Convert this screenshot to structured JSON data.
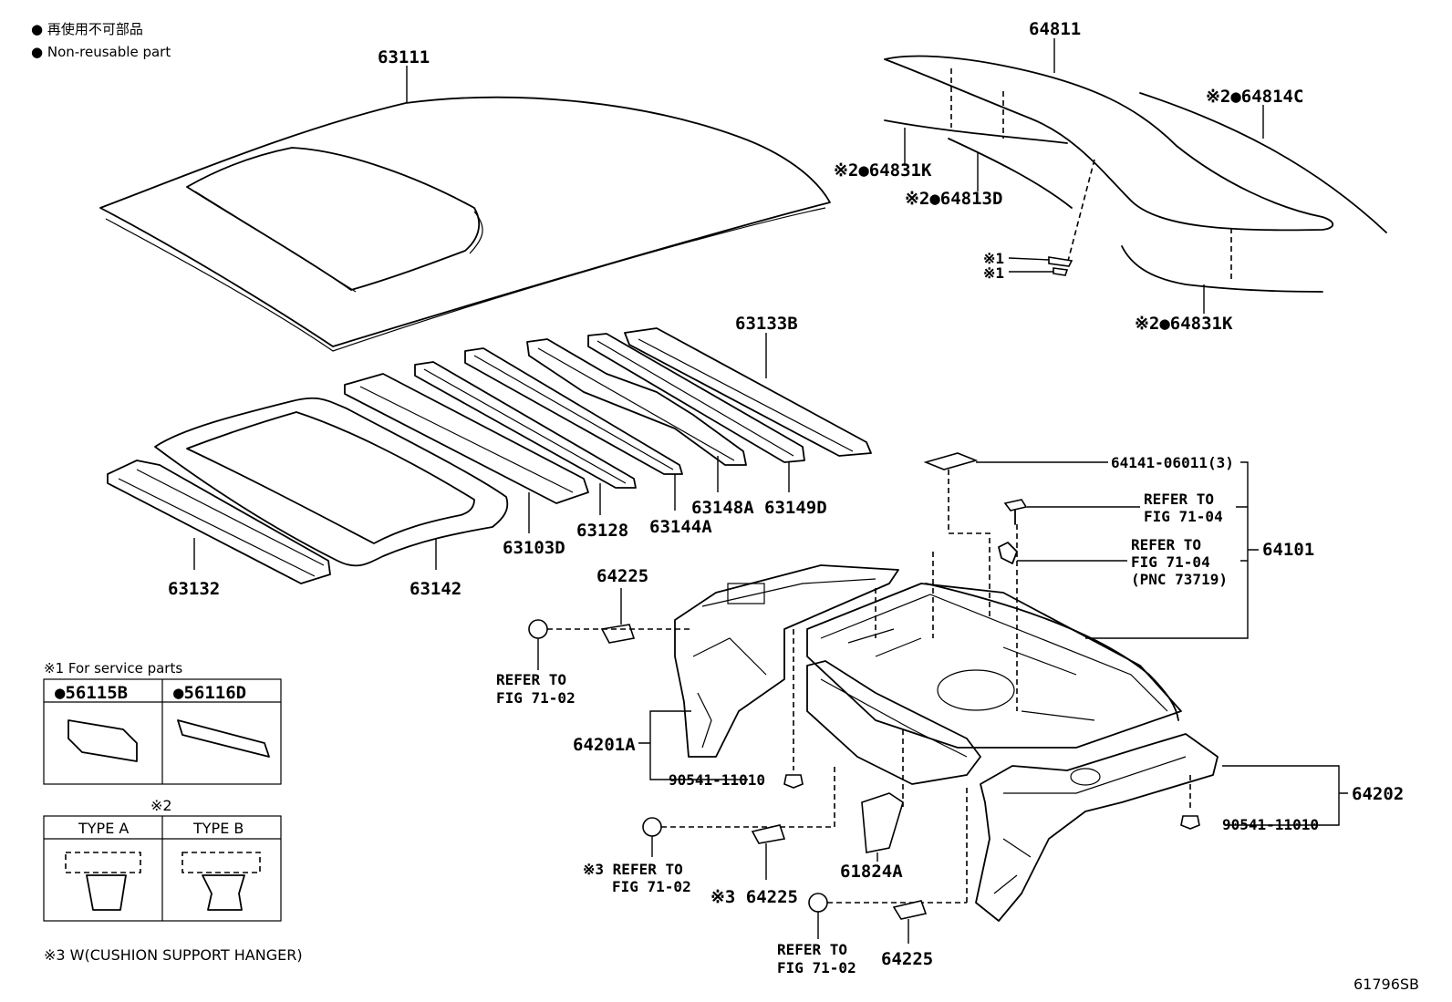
{
  "legend": {
    "line1": "● 再使用不可部品",
    "line2": "● Non-reusable part"
  },
  "labels": {
    "p63111": "63111",
    "p64811": "64811",
    "p64814C": "※2●64814C",
    "p64831K_a": "※2●64831K",
    "p64813D": "※2●64813D",
    "mark1a": "※1",
    "mark1b": "※1",
    "p64831K_b": "※2●64831K",
    "p63133B": "63133B",
    "p63148A": "63148A",
    "p63149D": "63149D",
    "p63144A": "63144A",
    "p63128": "63128",
    "p63103D": "63103D",
    "p63142": "63142",
    "p63132": "63132",
    "p64141": "64141-06011(3)",
    "ref1_l1": "REFER TO",
    "ref1_l2": "FIG 71-04",
    "ref2_l1": "REFER TO",
    "ref2_l2": "FIG 71-04",
    "ref2_l3": "(PNC 73719)",
    "p64101": "64101",
    "p64225_a": "64225",
    "ref3_l1": "REFER TO",
    "ref3_l2": "FIG 71-02",
    "p64201A": "64201A",
    "p90541_a": "90541-11010",
    "p64202": "64202",
    "p90541_b": "90541-11010",
    "ref4_l1": "※3 REFER TO",
    "ref4_l2": "FIG 71-02",
    "p64225_b": "※3 64225",
    "p61824A": "61824A",
    "ref5_l1": "REFER TO",
    "ref5_l2": "FIG 71-02",
    "p64225_c": "64225",
    "code": "61796SB"
  },
  "service_box": {
    "title": "※1 For service parts",
    "col1": "●56115B",
    "col2": "●56116D"
  },
  "type_box": {
    "title": "※2",
    "col1": "TYPE A",
    "col2": "TYPE B"
  },
  "footnote3": "※3 W(CUSHION SUPPORT HANGER)"
}
